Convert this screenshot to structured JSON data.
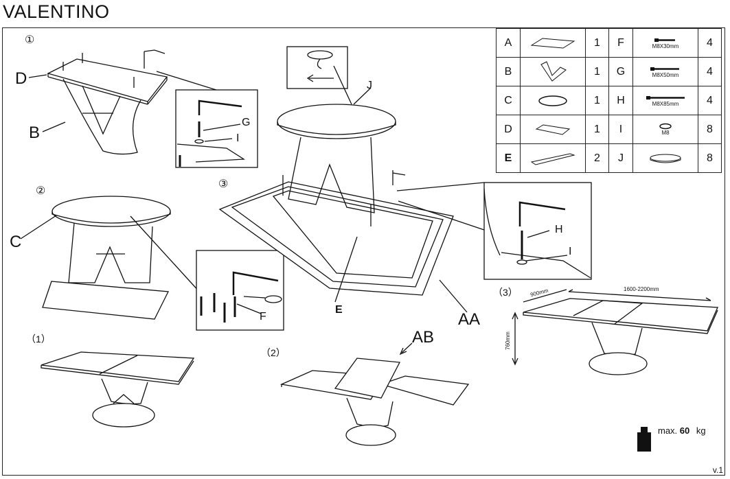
{
  "title": "VALENTINO",
  "version": "v.1",
  "steps": {
    "s1": "①",
    "s2": "②",
    "s3": "③",
    "p1": "（1）",
    "p2": "（2）",
    "p3": "（3）"
  },
  "labels": {
    "B": "B",
    "C": "C",
    "D": "D",
    "E": "E",
    "F": "F",
    "G": "G",
    "H": "H",
    "I1": "I",
    "I2": "I",
    "J": "J",
    "AA": "AA",
    "AB": "AB"
  },
  "dimensions": {
    "width": "900mm",
    "length": "1600-2200mm",
    "height": "760mm"
  },
  "max_load": {
    "prefix": "max. ",
    "value": "60",
    "unit": " kg"
  },
  "parts": [
    {
      "letter": "A",
      "icon": "tabletop-panel-icon",
      "qty": "1"
    },
    {
      "letter": "B",
      "icon": "v-leg-icon",
      "qty": "1"
    },
    {
      "letter": "C",
      "icon": "oval-base-icon",
      "qty": "1"
    },
    {
      "letter": "D",
      "icon": "mounting-plate-icon",
      "qty": "1"
    },
    {
      "letter": "E",
      "icon": "rail-bar-icon",
      "qty": "2"
    },
    {
      "letter": "F",
      "icon": "bolt-short-icon",
      "spec": "M8X30mm",
      "qty": "4"
    },
    {
      "letter": "G",
      "icon": "bolt-medium-icon",
      "spec": "M8X50mm",
      "qty": "4"
    },
    {
      "letter": "H",
      "icon": "bolt-long-icon",
      "spec": "M8X85mm",
      "qty": "4"
    },
    {
      "letter": "I",
      "icon": "washer-icon",
      "spec": "M8",
      "qty": "8"
    },
    {
      "letter": "J",
      "icon": "foot-pad-icon",
      "qty": "8"
    }
  ]
}
